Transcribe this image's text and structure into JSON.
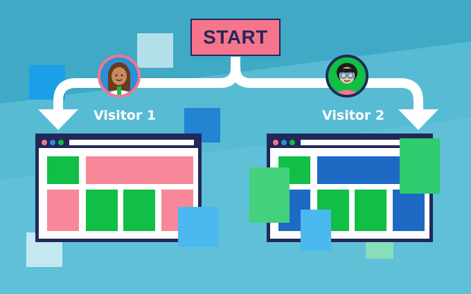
{
  "start_label": "START",
  "visitor1_label": "Visitor 1",
  "visitor2_label": "Visitor 2",
  "colors": {
    "background": "#4fb6cf",
    "navy": "#23285a",
    "pink": "#f9879a",
    "green": "#11be46",
    "blue": "#1e69c4",
    "light_blue": "#4cb8f0"
  }
}
